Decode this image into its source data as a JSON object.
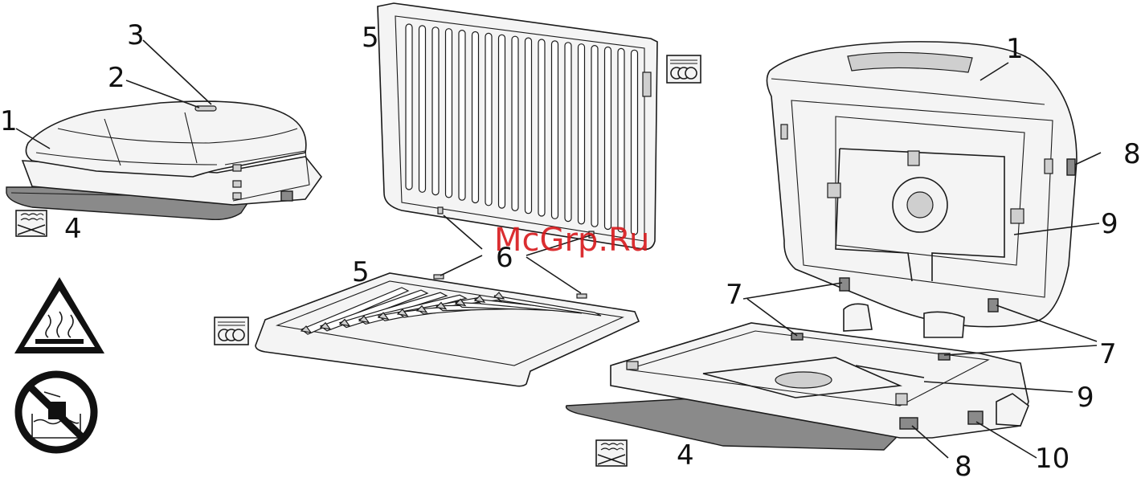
{
  "watermark": "McGrp.Ru",
  "callouts": {
    "c1_left": "1",
    "c2": "2",
    "c3": "3",
    "c4_left": "4",
    "c5_top": "5",
    "c5_mid": "5",
    "c6": "6",
    "c1_right": "1",
    "c8_top": "8",
    "c9_top": "9",
    "c7_left": "7",
    "c7_right": "7",
    "c9_bottom": "9",
    "c4_bottom": "4",
    "c8_bottom": "8",
    "c10": "10"
  },
  "icons": [
    "hot-surface-warning-icon",
    "no-immersion-icon",
    "no-dishwasher-icon",
    "dishwasher-safe-icon"
  ]
}
